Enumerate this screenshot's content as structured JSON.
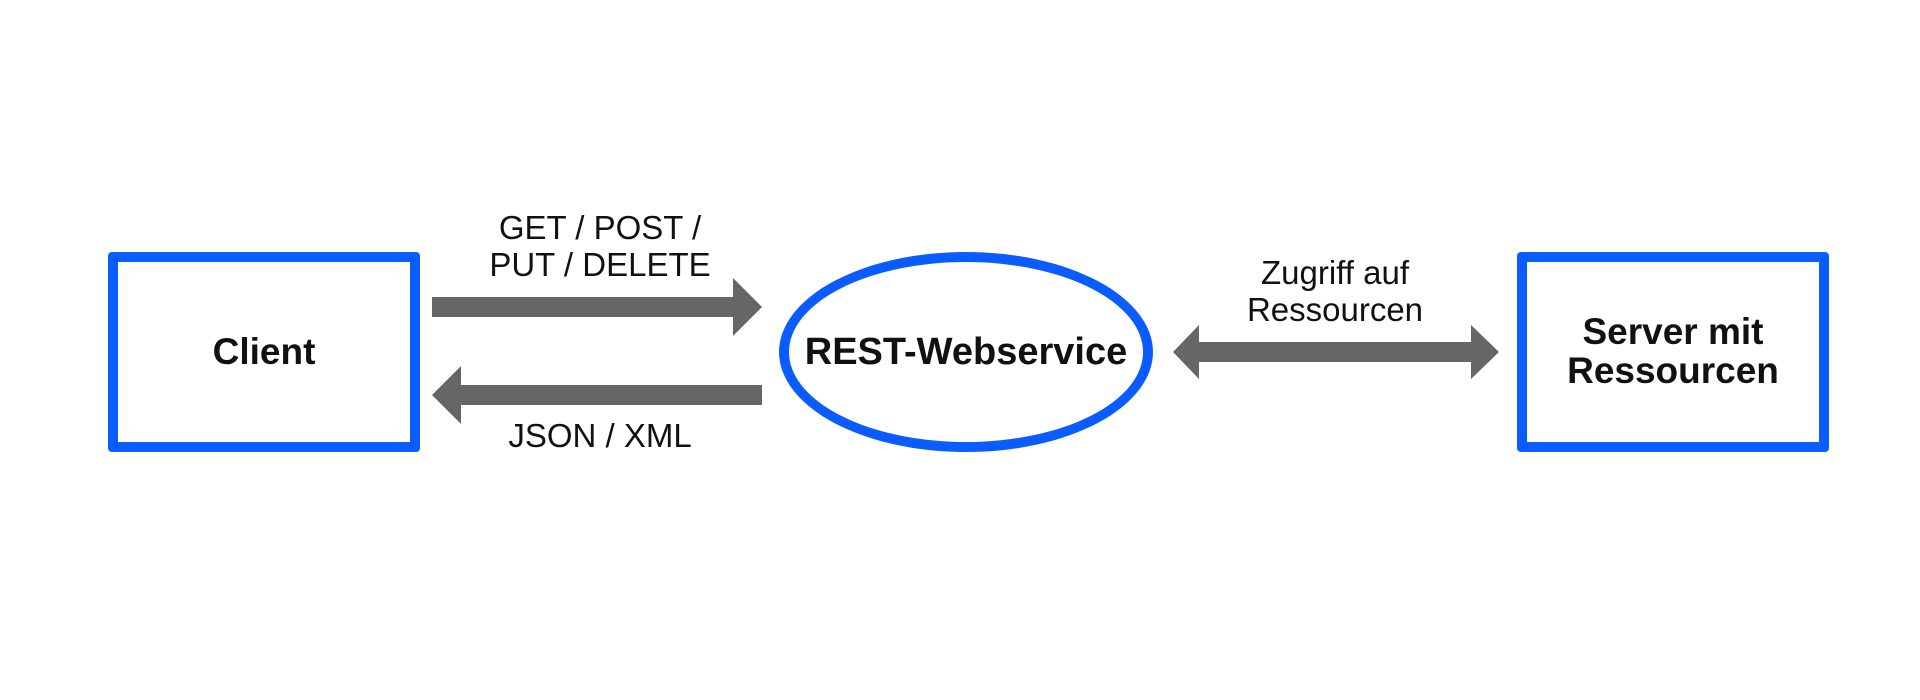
{
  "diagram": {
    "client": {
      "label": "Client"
    },
    "service": {
      "label": "REST-Webservice"
    },
    "server": {
      "line1": "Server mit",
      "line2": "Ressourcen"
    },
    "request": {
      "line1": "GET / POST /",
      "line2": "PUT / DELETE"
    },
    "response": {
      "label": "JSON / XML"
    },
    "access": {
      "line1": "Zugriff auf",
      "line2": "Ressourcen"
    },
    "colors": {
      "node_border": "#0a5cff",
      "arrow": "#666666",
      "text": "#111111"
    }
  }
}
